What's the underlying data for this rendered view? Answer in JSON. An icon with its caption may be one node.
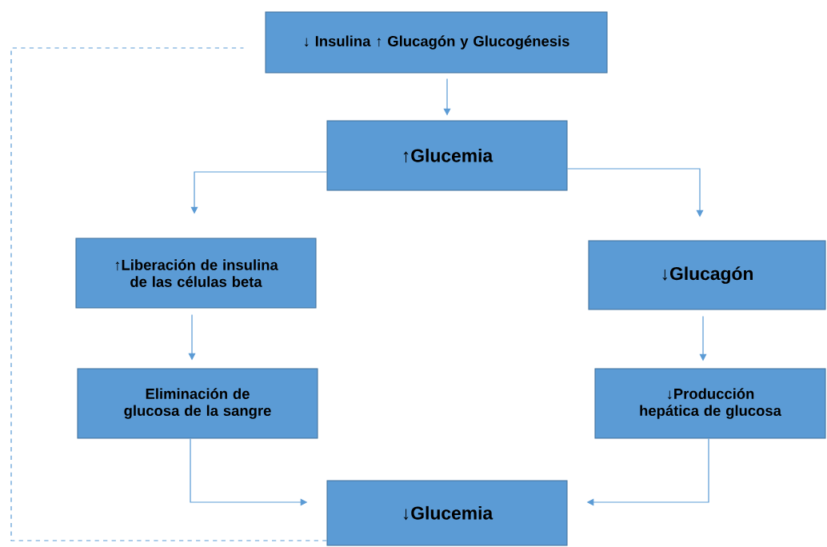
{
  "diagram": {
    "nodes": [
      {
        "text": [
          "↓ Insulina ↑ Glucagón y Glucogénesis"
        ]
      },
      {
        "text": [
          "↑Glucemia"
        ]
      },
      {
        "text": [
          "↑Liberación de insulina de las células beta"
        ]
      },
      {
        "text": [
          "↓Glucagón"
        ]
      },
      {
        "text": [
          "Eliminación de glucosa de la sangre"
        ]
      },
      {
        "text": [
          "↓Producción hepática de glucosa"
        ]
      },
      {
        "text": [
          "↓Glucemia"
        ]
      }
    ],
    "edges": [
      {
        "from": 0,
        "to": 1,
        "arrow": "to"
      },
      {
        "from": 1,
        "to": 2,
        "arrow": "to"
      },
      {
        "from": 1,
        "to": 3,
        "arrow": "to"
      },
      {
        "from": 2,
        "to": 4,
        "arrow": "to"
      },
      {
        "from": 3,
        "to": 5,
        "arrow": "to"
      },
      {
        "from": 4,
        "to": 6,
        "arrow": "to"
      },
      {
        "from": 5,
        "to": 6,
        "arrow": "to"
      },
      {
        "from": 6,
        "to": 0,
        "arrow": "none",
        "style": "dashed"
      }
    ]
  }
}
